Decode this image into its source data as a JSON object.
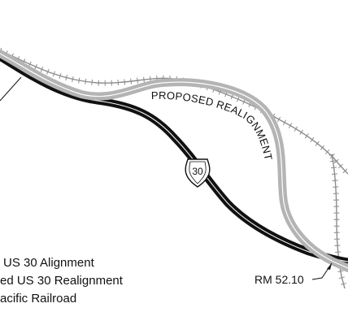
{
  "map": {
    "realignment_label": "PROPOSED REALIGNMENT",
    "route_shield": "30",
    "milepost_label": "RM 52.10",
    "legend": {
      "existing": "US 30 Alignment",
      "proposed": "ed US 30 Realignment",
      "railroad": "acific Railroad"
    }
  },
  "colors": {
    "existing_road": "#111111",
    "proposed_road": "#b4b4b4",
    "railroad": "#8c8c8c",
    "background": "#ffffff"
  }
}
